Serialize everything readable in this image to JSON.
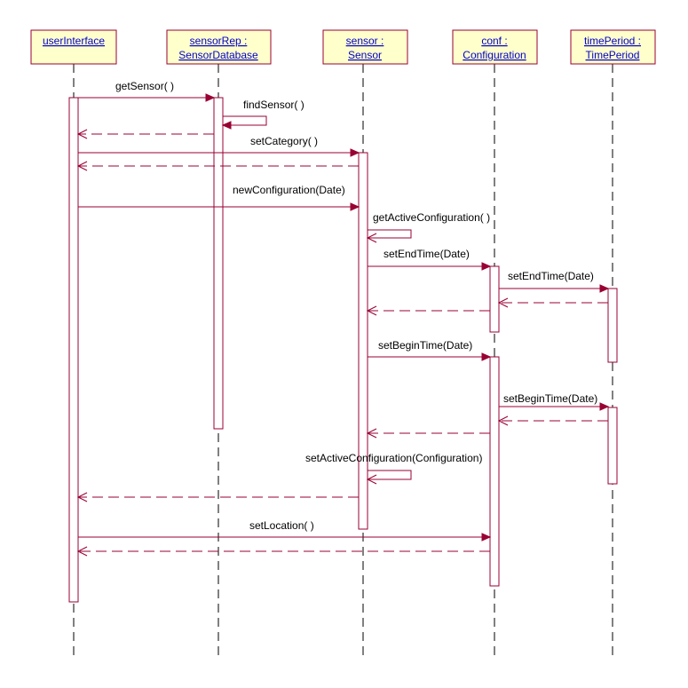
{
  "objects": [
    {
      "id": "ui",
      "line1": "userInterface",
      "line2": ""
    },
    {
      "id": "rep",
      "line1": "sensorRep :",
      "line2": "SensorDatabase"
    },
    {
      "id": "sensor",
      "line1": "sensor :",
      "line2": "Sensor"
    },
    {
      "id": "conf",
      "line1": "conf :",
      "line2": "Configuration"
    },
    {
      "id": "tp",
      "line1": "timePeriod :",
      "line2": "TimePeriod"
    }
  ],
  "messages": [
    {
      "id": "m1",
      "label": "getSensor( )",
      "from": "ui",
      "to": "rep",
      "kind": "call"
    },
    {
      "id": "m2",
      "label": "findSensor( )",
      "from": "rep",
      "to": "rep",
      "kind": "self"
    },
    {
      "id": "m3",
      "label": "",
      "from": "rep",
      "to": "ui",
      "kind": "return"
    },
    {
      "id": "m4",
      "label": "setCategory( )",
      "from": "ui",
      "to": "sensor",
      "kind": "call"
    },
    {
      "id": "m5",
      "label": "",
      "from": "sensor",
      "to": "ui",
      "kind": "return"
    },
    {
      "id": "m6",
      "label": "newConfiguration(Date)",
      "from": "ui",
      "to": "sensor",
      "kind": "call"
    },
    {
      "id": "m7",
      "label": "getActiveConfiguration( )",
      "from": "sensor",
      "to": "sensor",
      "kind": "self"
    },
    {
      "id": "m8",
      "label": "setEndTime(Date)",
      "from": "sensor",
      "to": "conf",
      "kind": "call"
    },
    {
      "id": "m9",
      "label": "setEndTime(Date)",
      "from": "conf",
      "to": "tp",
      "kind": "call"
    },
    {
      "id": "m10",
      "label": "",
      "from": "tp",
      "to": "conf",
      "kind": "return"
    },
    {
      "id": "m11",
      "label": "",
      "from": "conf",
      "to": "sensor",
      "kind": "return"
    },
    {
      "id": "m12",
      "label": "setBeginTime(Date)",
      "from": "sensor",
      "to": "conf",
      "kind": "call"
    },
    {
      "id": "m13",
      "label": "setBeginTime(Date)",
      "from": "conf",
      "to": "tp",
      "kind": "call"
    },
    {
      "id": "m14",
      "label": "",
      "from": "tp",
      "to": "conf",
      "kind": "return"
    },
    {
      "id": "m15",
      "label": "",
      "from": "conf",
      "to": "sensor",
      "kind": "return"
    },
    {
      "id": "m16",
      "label": "setActiveConfiguration(Configuration)",
      "from": "sensor",
      "to": "sensor",
      "kind": "self"
    },
    {
      "id": "m17",
      "label": "",
      "from": "sensor",
      "to": "ui",
      "kind": "return"
    },
    {
      "id": "m18",
      "label": "setLocation( )",
      "from": "ui",
      "to": "conf",
      "kind": "call"
    },
    {
      "id": "m19",
      "label": "",
      "from": "conf",
      "to": "ui",
      "kind": "return"
    }
  ]
}
